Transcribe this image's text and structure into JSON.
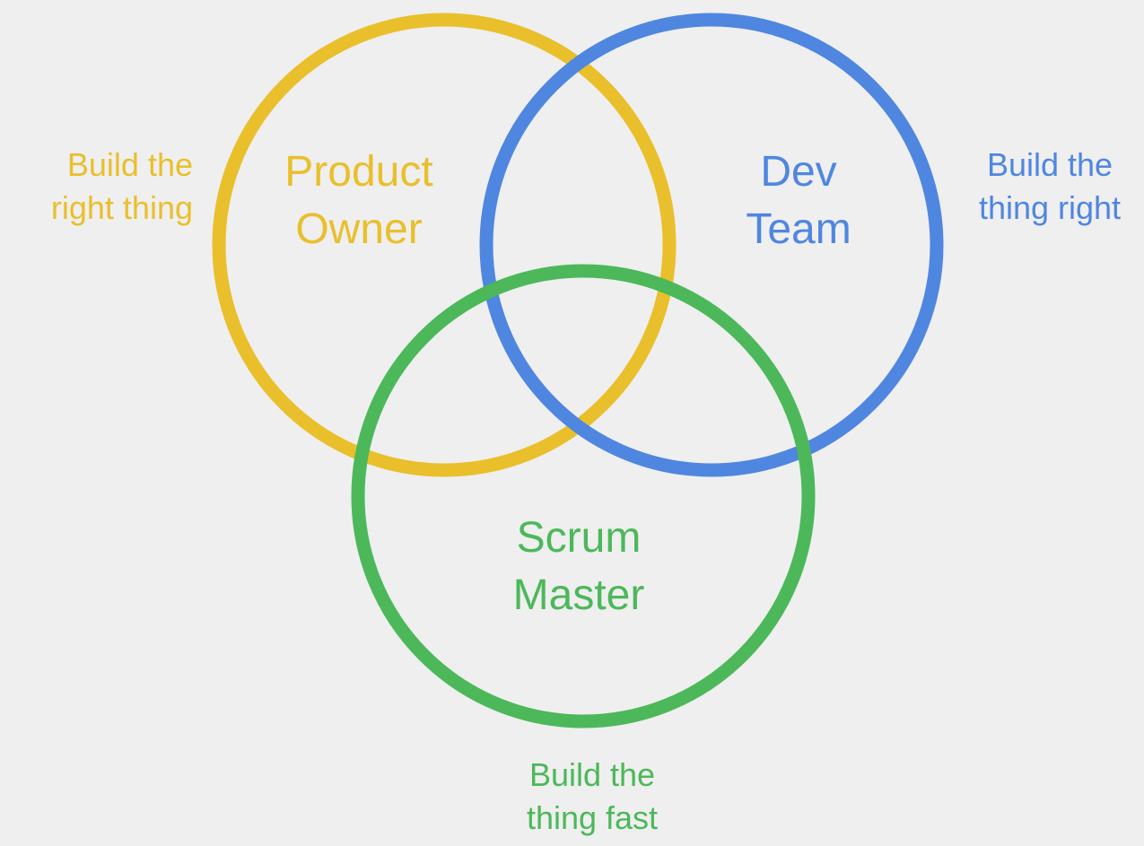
{
  "colors": {
    "background": "#efefef",
    "product_owner": "#e9bf2c",
    "dev_team": "#4f86e0",
    "scrum_master": "#4cb85a"
  },
  "product_owner": {
    "name_line1": "Product",
    "name_line2": "Owner",
    "tagline_line1": "Build the",
    "tagline_line2": "right thing"
  },
  "dev_team": {
    "name_line1": "Dev",
    "name_line2": "Team",
    "tagline_line1": "Build the",
    "tagline_line2": "thing right"
  },
  "scrum_master": {
    "name_line1": "Scrum",
    "name_line2": "Master",
    "tagline_line1": "Build the",
    "tagline_line2": "thing fast"
  }
}
